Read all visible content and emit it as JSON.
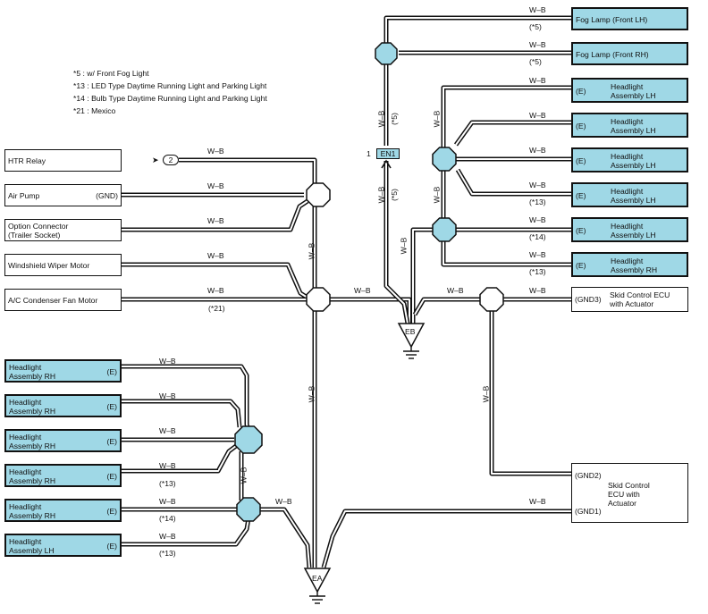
{
  "notes": [
    "*5 : w/ Front Fog Light",
    "*13 : LED Type Daytime Running Light and Parking Light",
    "*14 : Bulb Type Daytime Running Light and Parking Light",
    "*21 : Mexico"
  ],
  "wire_color": "W–B",
  "left_components": {
    "htr_relay": "HTR Relay",
    "air_pump": "Air Pump",
    "air_pump_pin": "(GND)",
    "option_connector": "Option Connector\n(Trailer Socket)",
    "wiper_motor": "Windshield Wiper Motor",
    "ac_fan_motor": "A/C Condenser Fan Motor"
  },
  "left_headlights": [
    {
      "label": "Headlight\nAssembly RH",
      "pin": "(E)",
      "note": ""
    },
    {
      "label": "Headlight\nAssembly RH",
      "pin": "(E)",
      "note": ""
    },
    {
      "label": "Headlight\nAssembly RH",
      "pin": "(E)",
      "note": ""
    },
    {
      "label": "Headlight\nAssembly RH",
      "pin": "(E)",
      "note": "(*13)"
    },
    {
      "label": "Headlight\nAssembly RH",
      "pin": "(E)",
      "note": "(*14)"
    },
    {
      "label": "Headlight\nAssembly LH",
      "pin": "(E)",
      "note": "(*13)"
    }
  ],
  "fog_lamps": [
    {
      "label": "Fog Lamp (Front LH)",
      "note": "(*5)"
    },
    {
      "label": "Fog Lamp (Front RH)",
      "note": "(*5)"
    }
  ],
  "right_headlights": [
    {
      "label": "Headlight\nAssembly LH",
      "pin": "(E)",
      "note": ""
    },
    {
      "label": "Headlight\nAssembly LH",
      "pin": "(E)",
      "note": ""
    },
    {
      "label": "Headlight\nAssembly LH",
      "pin": "(E)",
      "note": ""
    },
    {
      "label": "Headlight\nAssembly LH",
      "pin": "(E)",
      "note": "(*13)"
    },
    {
      "label": "Headlight\nAssembly LH",
      "pin": "(E)",
      "note": "(*14)"
    },
    {
      "label": "Headlight\nAssembly RH",
      "pin": "(E)",
      "note": "(*13)"
    }
  ],
  "skid_ecu_top": {
    "label": "Skid Control ECU\nwith Actuator",
    "pin": "(GND3)"
  },
  "skid_ecu_bottom": {
    "label": "Skid Control\nECU with\nActuator",
    "pin1": "(GND2)",
    "pin2": "(GND1)"
  },
  "connector_2": "2",
  "en1": {
    "name": "EN1",
    "pin": "1"
  },
  "grounds": {
    "ea": "EA",
    "eb": "EB"
  },
  "wire_notes": {
    "ac_fan": "(*21)",
    "en1_up": "(*5)",
    "en1_down": "(*5)"
  },
  "colors": {
    "component_fill": "#9fd8e6",
    "line": "#111111"
  }
}
